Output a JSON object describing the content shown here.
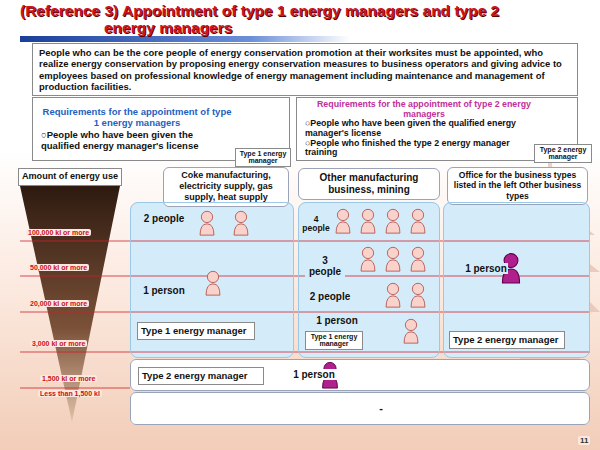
{
  "diagram": {
    "title": "(Reference 3) Appointment of type 1 energy managers and type 2 energy managers",
    "nodes": [
      {
        "text": [
          "People who can be the core people of energy conservation promotion at their worksites must be appointed, who realize energy conservation by proposing energy conservation measures to business operators and giving advice to employees based on professional knowledge of energy management including maintenance and management of production facilities."
        ]
      },
      {
        "text": [
          "Requirements for the appointment of type 1 energy managers",
          "○People who have been given the qualified energy manager's license"
        ]
      },
      {
        "text": [
          "Requirements for the appointment of type 2 energy managers",
          "○People who have been given the qualified energy manager's license",
          "○People who finished the type 2 energy manager training"
        ]
      },
      {
        "text": [
          "Amount of energy use"
        ]
      },
      {
        "text": [
          "Coke manufacturing, electricity supply, gas supply, heat supply"
        ]
      },
      {
        "text": [
          "Other manufacturing business, mining"
        ]
      },
      {
        "text": [
          "Office for the business types listed in the left Other business types"
        ]
      },
      {
        "text": [
          "2 people",
          "1 person"
        ]
      },
      {
        "text": [
          "Type 1 energy manager"
        ],
        "in": 7
      },
      {
        "text": [
          "4 people",
          "3 people",
          "2 people",
          "1 person"
        ]
      },
      {
        "text": [
          "Type 1 energy manager"
        ],
        "in": 9
      },
      {
        "text": [
          "1 person"
        ]
      },
      {
        "text": [
          "Type 2 energy manager"
        ],
        "in": 11
      },
      {
        "text": [
          "1 person"
        ]
      },
      {
        "text": [
          "Type 2 energy manager"
        ],
        "in": 13
      },
      {
        "text": [
          "-"
        ]
      }
    ],
    "labels": [
      "Type 1 energy manager",
      "Type 2 energy manager",
      "100,000 kl or more",
      "50,000 kl or more",
      "20,000 kl or more",
      "3,000 kl or more",
      "1,500 kl or more",
      "Less than 1,500 kl",
      "11"
    ]
  }
}
